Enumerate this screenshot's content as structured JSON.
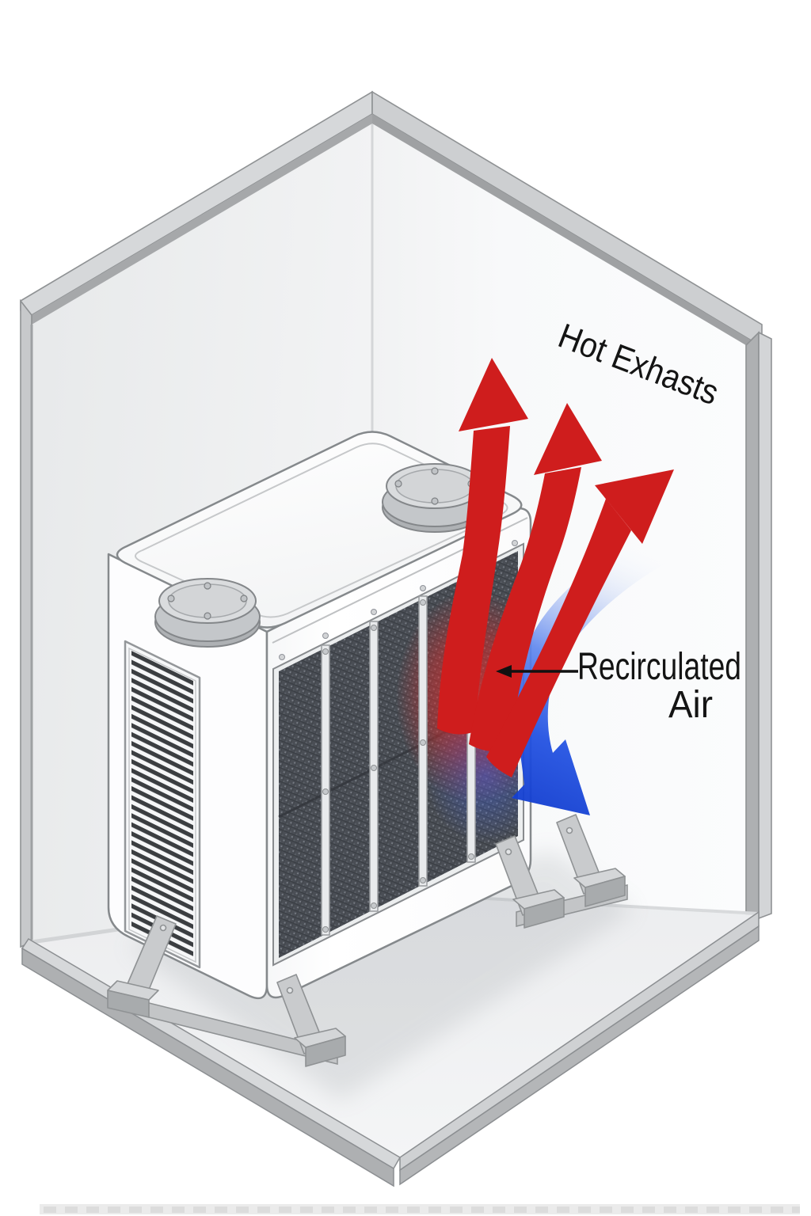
{
  "labels": {
    "hot_exhaust": "Hot Exhasts",
    "recirculated_air_line1": "Recirculated",
    "recirculated_air_line2": "Air"
  },
  "colors": {
    "hot_air_red": "#cf1d1d",
    "recirculated_blue": "#1a49dc",
    "wall_gray": "#eceeef",
    "frame_gray": "#c7c9cb",
    "floor_gray": "#f0f1f2",
    "mesh_dark": "#4a4e55",
    "unit_white": "#ffffff",
    "label_black": "#141414"
  },
  "counts": {
    "hot_exhaust_arrows": 3,
    "recirculated_arrows": 1,
    "fan_caps": 2,
    "mounting_feet": 4
  }
}
